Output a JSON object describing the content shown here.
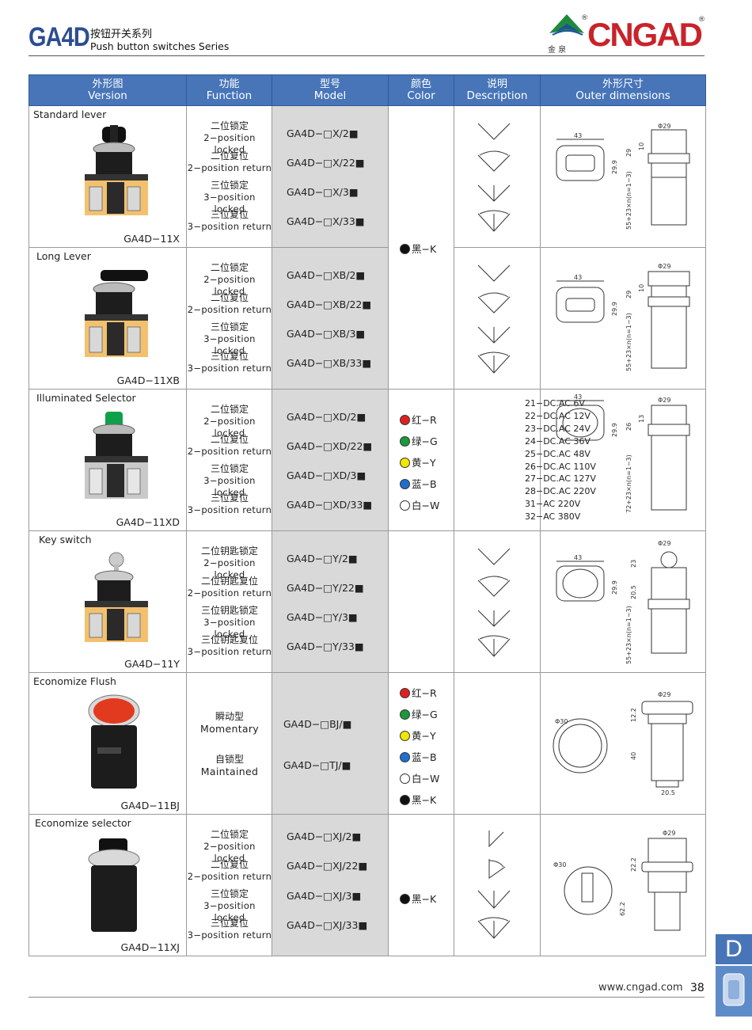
{
  "header": {
    "series_code": "GA4D",
    "series_cn": "按钮开关系列",
    "series_en": "Push button switches Series",
    "brand": "CNGAD",
    "brand_sub": "金 泉"
  },
  "table": {
    "columns": [
      {
        "cn": "外形图",
        "en": "Version"
      },
      {
        "cn": "功能",
        "en": "Function"
      },
      {
        "cn": "型号",
        "en": "Model"
      },
      {
        "cn": "颜色",
        "en": "Color"
      },
      {
        "cn": "说明",
        "en": "Description"
      },
      {
        "cn": "外形尺寸",
        "en": "Outer dimensions"
      }
    ],
    "rows": [
      {
        "name": "Standard lever",
        "code": "GA4D−11X",
        "functions": [
          {
            "cn": "二位锁定",
            "en": "2−position locked"
          },
          {
            "cn": "二位复位",
            "en": "2−position return"
          },
          {
            "cn": "三位锁定",
            "en": "3−position locked"
          },
          {
            "cn": "三位复位",
            "en": "3−position return"
          }
        ],
        "models": [
          "GA4D−□X/2■",
          "GA4D−□X/22■",
          "GA4D−□X/3■",
          "GA4D−□X/33■"
        ]
      },
      {
        "name": "Long Lever",
        "code": "GA4D−11XB",
        "functions": [
          {
            "cn": "二位锁定",
            "en": "2−position locked"
          },
          {
            "cn": "二位复位",
            "en": "2−position return"
          },
          {
            "cn": "三位锁定",
            "en": "3−position locked"
          },
          {
            "cn": "三位复位",
            "en": "3−position return"
          }
        ],
        "models": [
          "GA4D−□XB/2■",
          "GA4D−□XB/22■",
          "GA4D−□XB/3■",
          "GA4D−□XB/33■"
        ]
      },
      {
        "name": "Illuminated Selector",
        "code": "GA4D−11XD",
        "functions": [
          {
            "cn": "二位锁定",
            "en": "2−position locked"
          },
          {
            "cn": "二位复位",
            "en": "2−position return"
          },
          {
            "cn": "三位锁定",
            "en": "3−position locked"
          },
          {
            "cn": "三位复位",
            "en": "3−position return"
          }
        ],
        "models": [
          "GA4D−□XD/2■",
          "GA4D−□XD/22■",
          "GA4D−□XD/3■",
          "GA4D−□XD/33■"
        ]
      },
      {
        "name": "Key switch",
        "code": "GA4D−11Y",
        "functions": [
          {
            "cn": "二位钥匙锁定",
            "en": "2−position locked"
          },
          {
            "cn": "二位钥匙复位",
            "en": "2−position return"
          },
          {
            "cn": "三位钥匙锁定",
            "en": "3−position locked"
          },
          {
            "cn": "三位钥匙复位",
            "en": "3−position return"
          }
        ],
        "models": [
          "GA4D−□Y/2■",
          "GA4D−□Y/22■",
          "GA4D−□Y/3■",
          "GA4D−□Y/33■"
        ]
      },
      {
        "name": "Economize Flush",
        "code": "GA4D−11BJ",
        "functions": [
          {
            "cn": "瞬动型",
            "en": "Momentary"
          },
          {
            "cn": "自锁型",
            "en": "Maintained"
          }
        ],
        "models": [
          "GA4D−□BJ/■",
          "GA4D−□TJ/■"
        ]
      },
      {
        "name": "Economize selector",
        "code": "GA4D−11XJ",
        "functions": [
          {
            "cn": "二位锁定",
            "en": "2−position locked"
          },
          {
            "cn": "二位复位",
            "en": "2−position return"
          },
          {
            "cn": "三位锁定",
            "en": "3−position locked"
          },
          {
            "cn": "三位复位",
            "en": "3−position return"
          }
        ],
        "models": [
          "GA4D−□XJ/2■",
          "GA4D−□XJ/22■",
          "GA4D−□XJ/3■",
          "GA4D−□XJ/33■"
        ]
      }
    ],
    "colors_black": "●黑−K",
    "colors_black_label": "黑−K",
    "colors_full": [
      {
        "label": "红−R",
        "hex": "#e02020"
      },
      {
        "label": "绿−G",
        "hex": "#1a9a3a"
      },
      {
        "label": "黄−Y",
        "hex": "#f2e600"
      },
      {
        "label": "蓝−B",
        "hex": "#1e6fd0"
      },
      {
        "label": "白−W",
        "hex": "#ffffff"
      }
    ],
    "color_k": {
      "label": "黑−K",
      "hex": "#111111"
    },
    "voltages": [
      "21−DC.AC 6V",
      "22−DC.AC 12V",
      "23−DC.AC 24V",
      "24−DC.AC 36V",
      "25−DC.AC 48V",
      "26−DC.AC 110V",
      "27−DC.AC 127V",
      "28−DC.AC 220V",
      "31−AC 220V",
      "32−AC 380V"
    ],
    "dims": {
      "r1": {
        "w": "43",
        "dia": "Φ29",
        "a": "29",
        "b": "10",
        "c": "29.9",
        "len": "55+23×n(n=1−3)"
      },
      "r2": {
        "w": "43",
        "dia": "Φ29",
        "a": "29",
        "b": "10",
        "c": "29.9",
        "len": "55+23×n(n=1−3)"
      },
      "r3": {
        "w": "43",
        "dia": "Φ29",
        "a": "26",
        "b": "13",
        "c": "29.9",
        "len": "72+23×n(n=1−3)"
      },
      "r4": {
        "w": "43",
        "dia": "Φ29",
        "a": "23",
        "b": "20.5",
        "c": "29.9",
        "len": "55+23×n(n=1−3)"
      },
      "r5": {
        "dia30": "Φ30",
        "dia": "Φ29",
        "a": "12.2",
        "b": "40",
        "c": "20.5"
      },
      "r6": {
        "dia30": "Φ30",
        "dia": "Φ29",
        "a": "22.2",
        "b": "62.2"
      }
    }
  },
  "footer": {
    "website": "www.cngad.com",
    "page": "38",
    "tab": "D"
  }
}
